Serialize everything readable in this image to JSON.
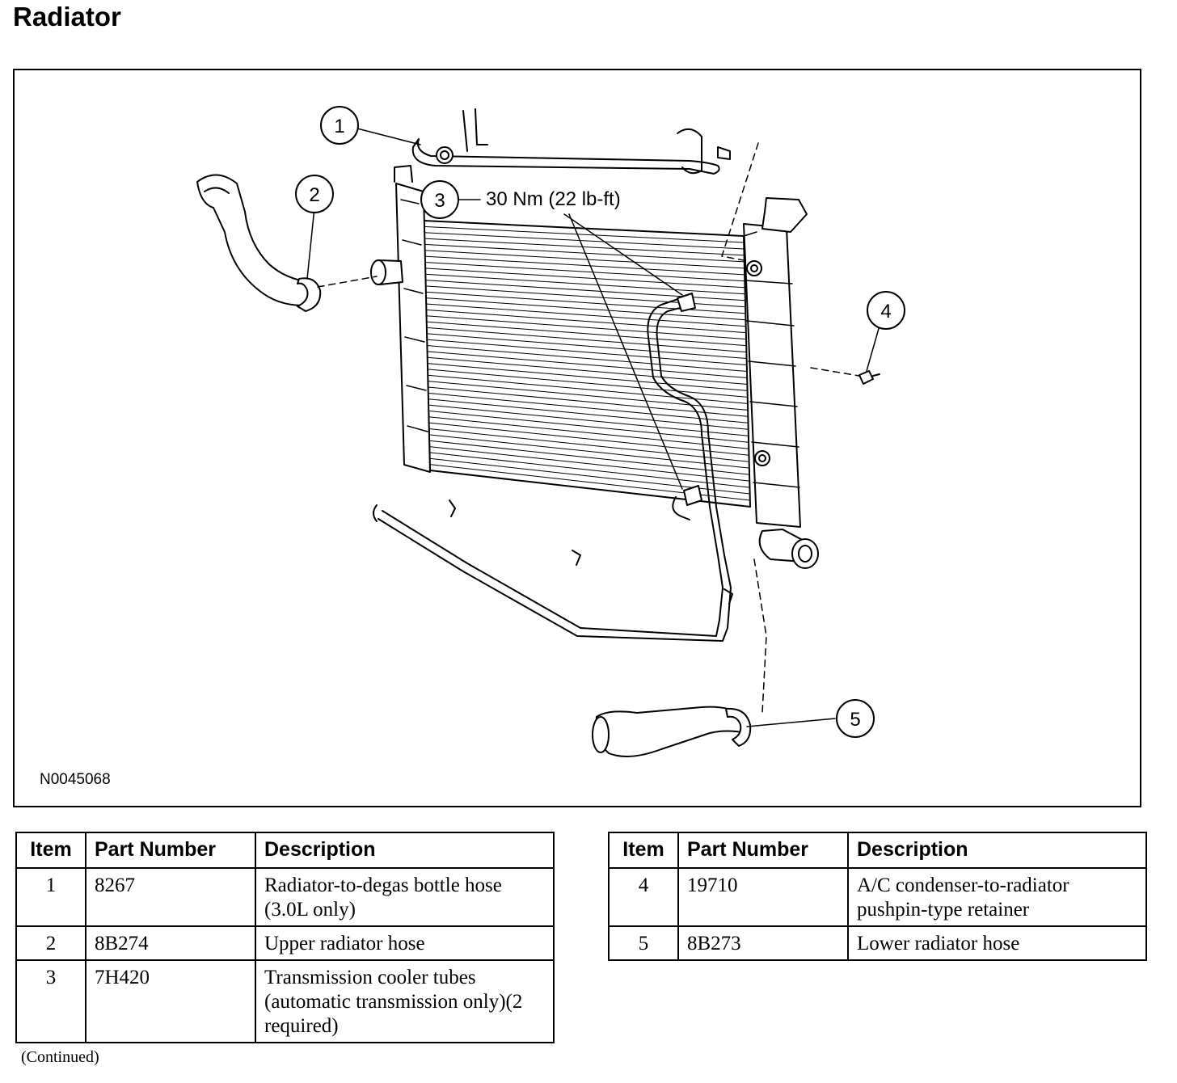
{
  "page": {
    "title": "Radiator",
    "footer_note": "(Continued)"
  },
  "figure": {
    "figure_id": "N0045068",
    "callouts": [
      {
        "number": "1"
      },
      {
        "number": "2"
      },
      {
        "number": "3",
        "annotation": "30 Nm (22 lb-ft)"
      },
      {
        "number": "4"
      },
      {
        "number": "5"
      }
    ]
  },
  "tables": {
    "headers": {
      "item": "Item",
      "part_number": "Part Number",
      "description": "Description"
    },
    "left": [
      {
        "item": "1",
        "part_number": "8267",
        "description": "Radiator-to-degas bottle hose (3.0L only)"
      },
      {
        "item": "2",
        "part_number": "8B274",
        "description": "Upper radiator hose"
      },
      {
        "item": "3",
        "part_number": "7H420",
        "description": "Transmission cooler tubes (automatic transmission only)(2 required)"
      }
    ],
    "right": [
      {
        "item": "4",
        "part_number": "19710",
        "description": "A/C condenser-to-radiator pushpin-type retainer"
      },
      {
        "item": "5",
        "part_number": "8B273",
        "description": "Lower radiator hose"
      }
    ]
  }
}
